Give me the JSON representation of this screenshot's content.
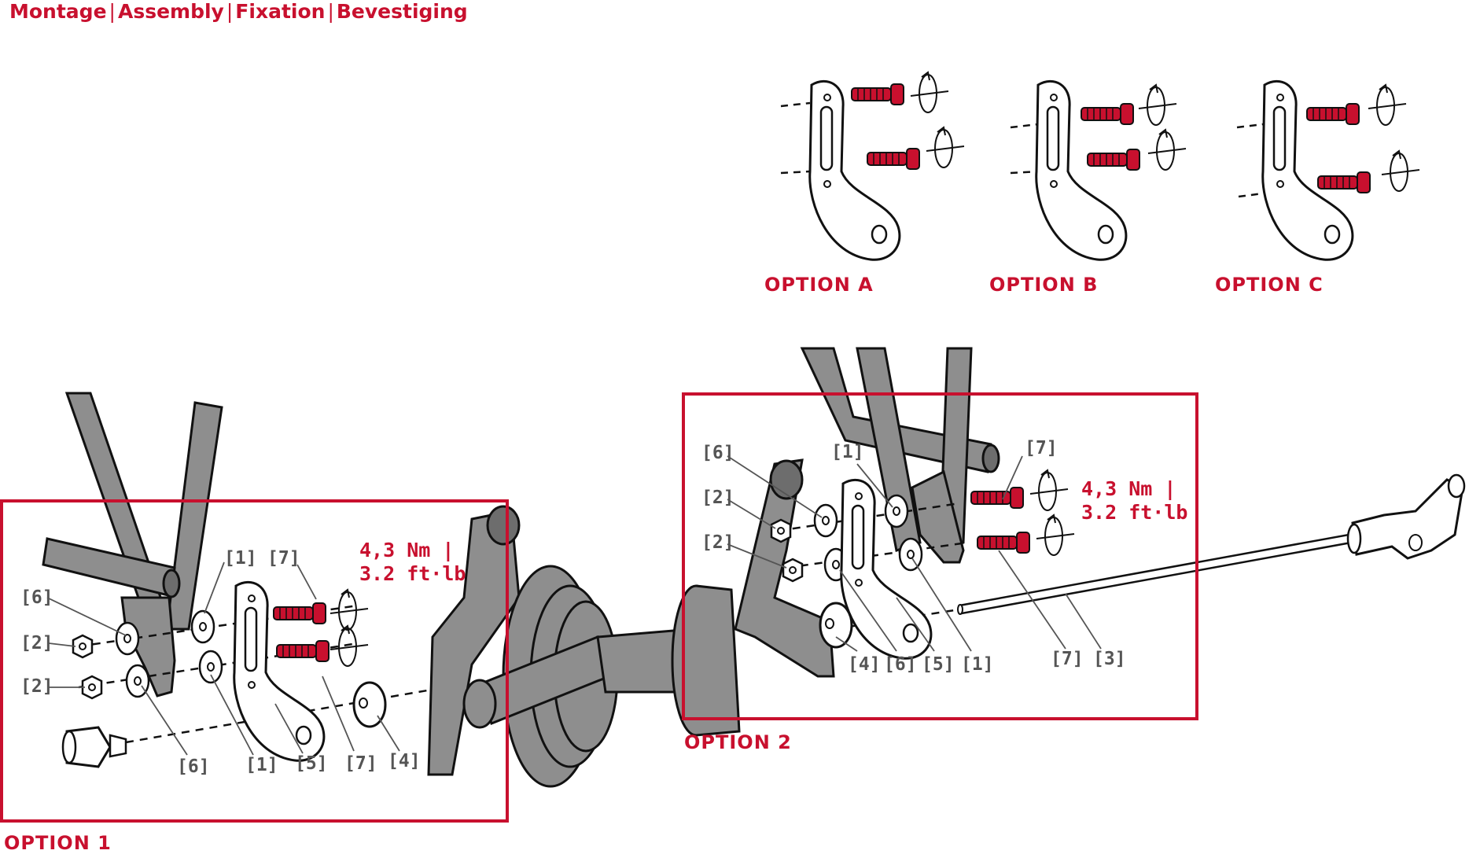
{
  "header": {
    "parts": [
      "Montage",
      "Assembly",
      "Fixation",
      "Bevestiging"
    ],
    "separator": "|"
  },
  "options": {
    "a": "OPTION A",
    "b": "OPTION B",
    "c": "OPTION C",
    "one": "OPTION 1",
    "two": "OPTION 2"
  },
  "torque": {
    "opt1": {
      "line1": "4,3 Nm |",
      "line2": "3.2 ft·lb"
    },
    "opt2": {
      "line1": "4,3 Nm |",
      "line2": "3.2 ft·lb"
    }
  },
  "part_labels": {
    "opt1": [
      "[1]",
      "[7]",
      "[6]",
      "[2]",
      "[2]",
      "[6]",
      "[1]",
      "[5]",
      "[7]",
      "[4]"
    ],
    "opt2": [
      "[6]",
      "[1]",
      "[7]",
      "[2]",
      "[2]",
      "[4]",
      "[6]",
      "[5]",
      "[1]",
      "[7]",
      "[3]"
    ]
  },
  "colors": {
    "accent": "#c8102e",
    "frame": "#8e8e8e",
    "label": "#555555",
    "outline": "#111111"
  }
}
